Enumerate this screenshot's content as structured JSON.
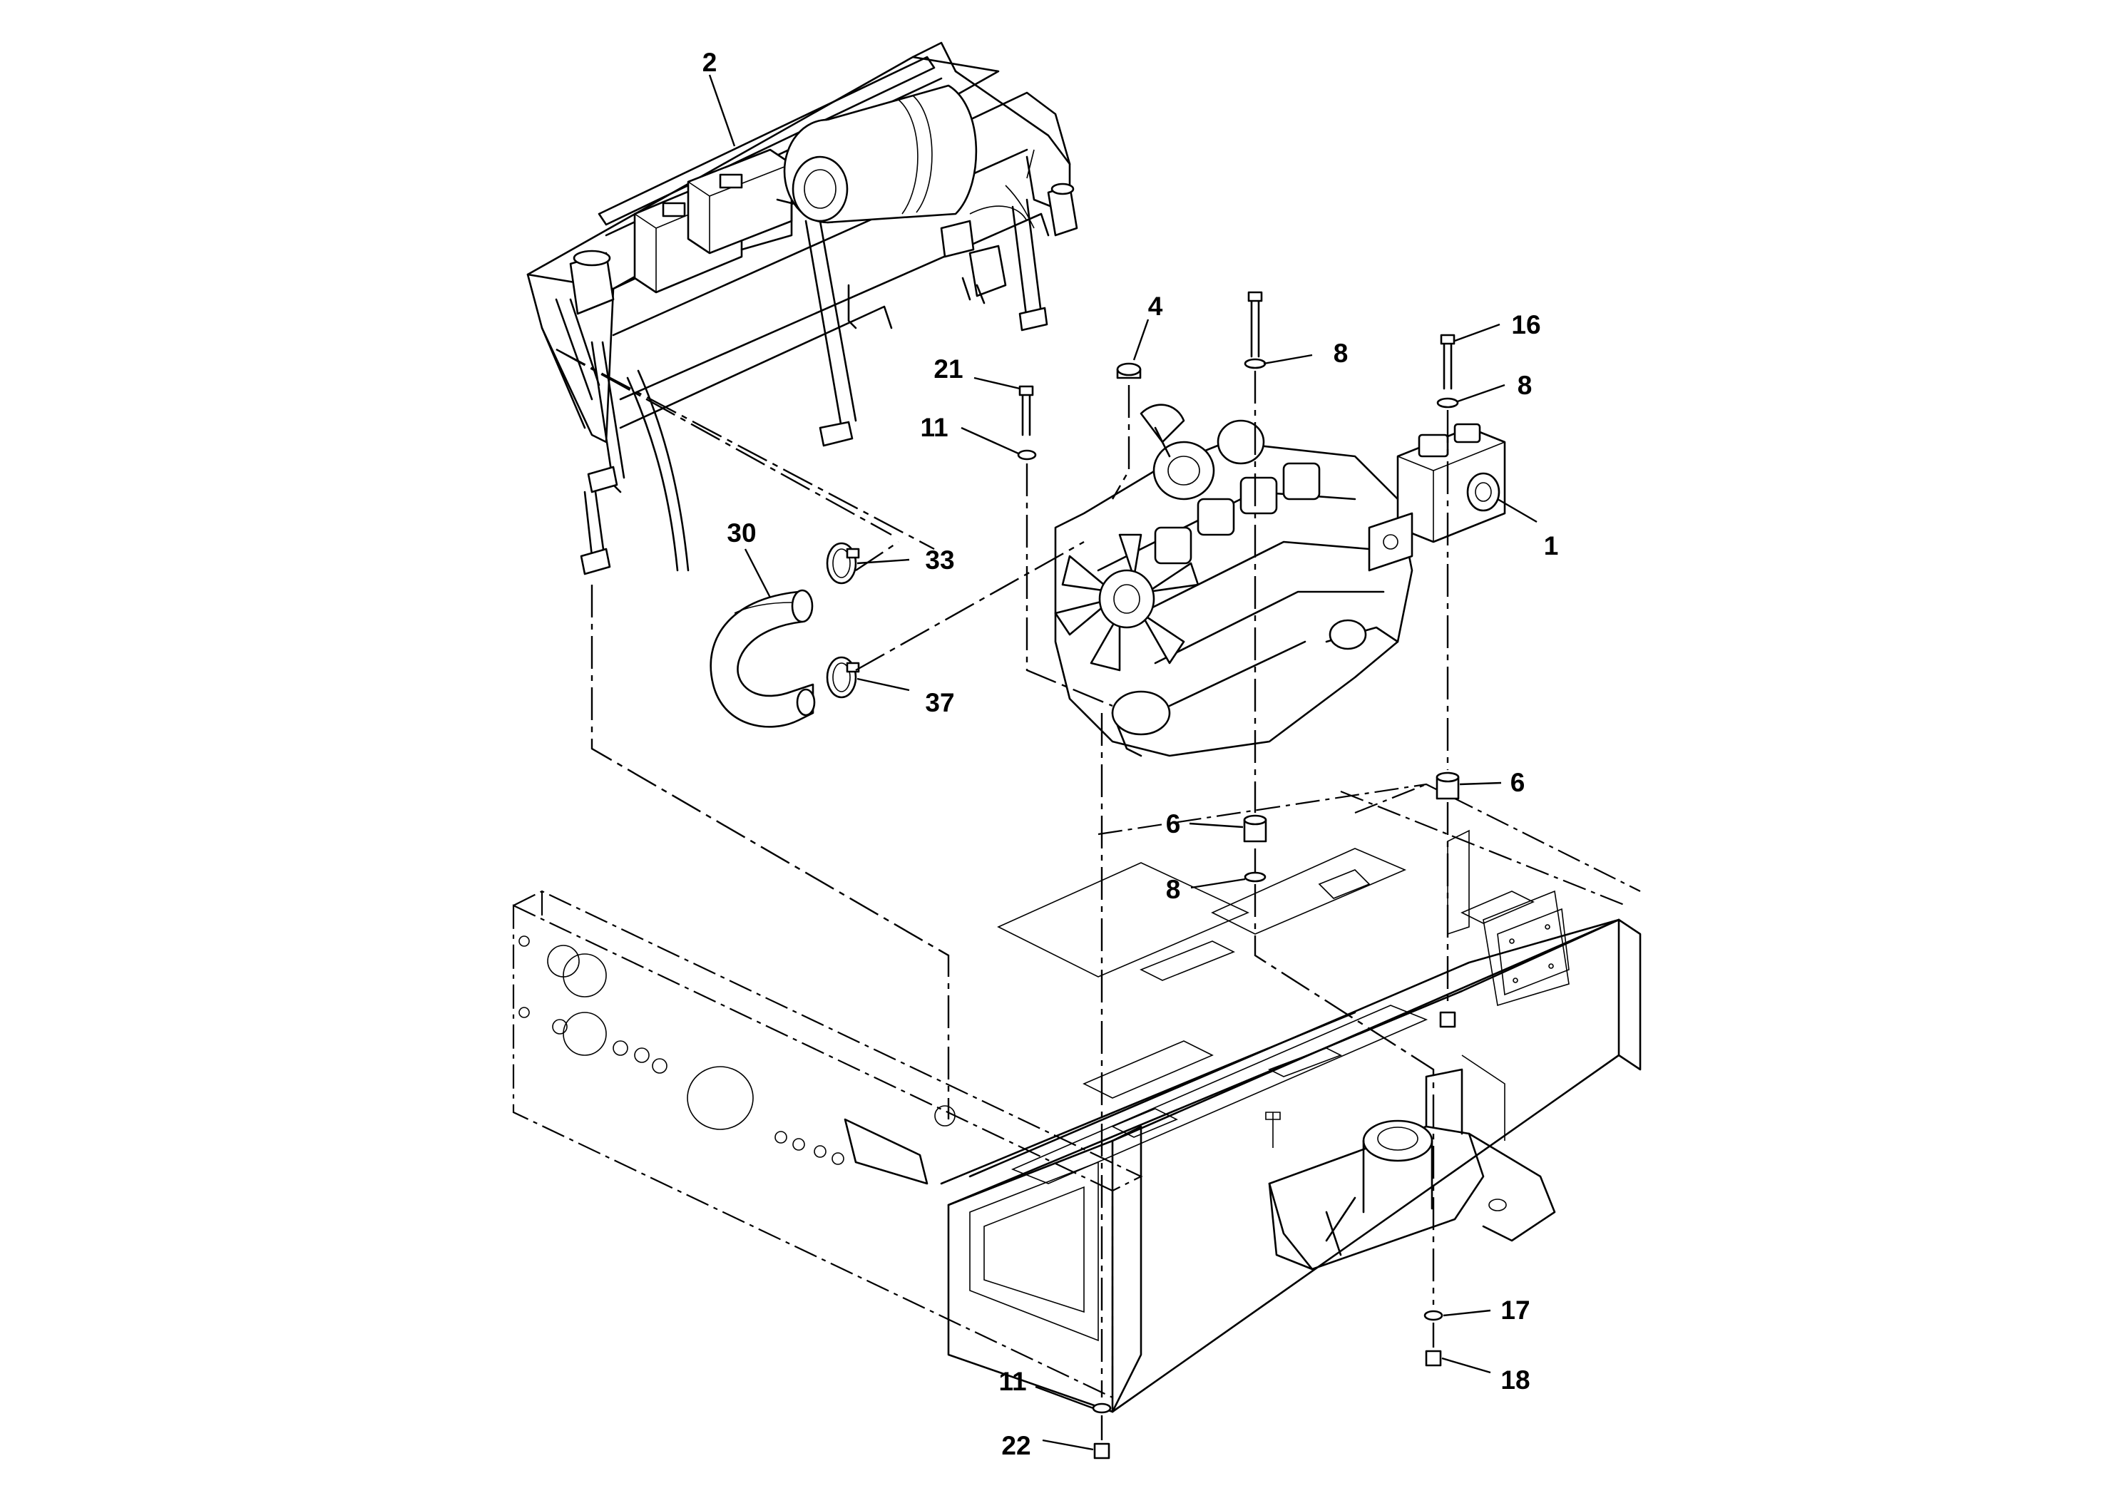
{
  "diagram": {
    "type": "exploded-parts-view",
    "callouts": [
      {
        "id": "c2",
        "label": "2"
      },
      {
        "id": "c4",
        "label": "4"
      },
      {
        "id": "c8a",
        "label": "8"
      },
      {
        "id": "c16",
        "label": "16"
      },
      {
        "id": "c8b",
        "label": "8"
      },
      {
        "id": "c21",
        "label": "21"
      },
      {
        "id": "c11a",
        "label": "11"
      },
      {
        "id": "c1",
        "label": "1"
      },
      {
        "id": "c30",
        "label": "30"
      },
      {
        "id": "c33",
        "label": "33"
      },
      {
        "id": "c37",
        "label": "37"
      },
      {
        "id": "c6a",
        "label": "6"
      },
      {
        "id": "c6b",
        "label": "6"
      },
      {
        "id": "c8c",
        "label": "8"
      },
      {
        "id": "c17",
        "label": "17"
      },
      {
        "id": "c11b",
        "label": "11"
      },
      {
        "id": "c18",
        "label": "18"
      },
      {
        "id": "c22",
        "label": "22"
      }
    ]
  }
}
